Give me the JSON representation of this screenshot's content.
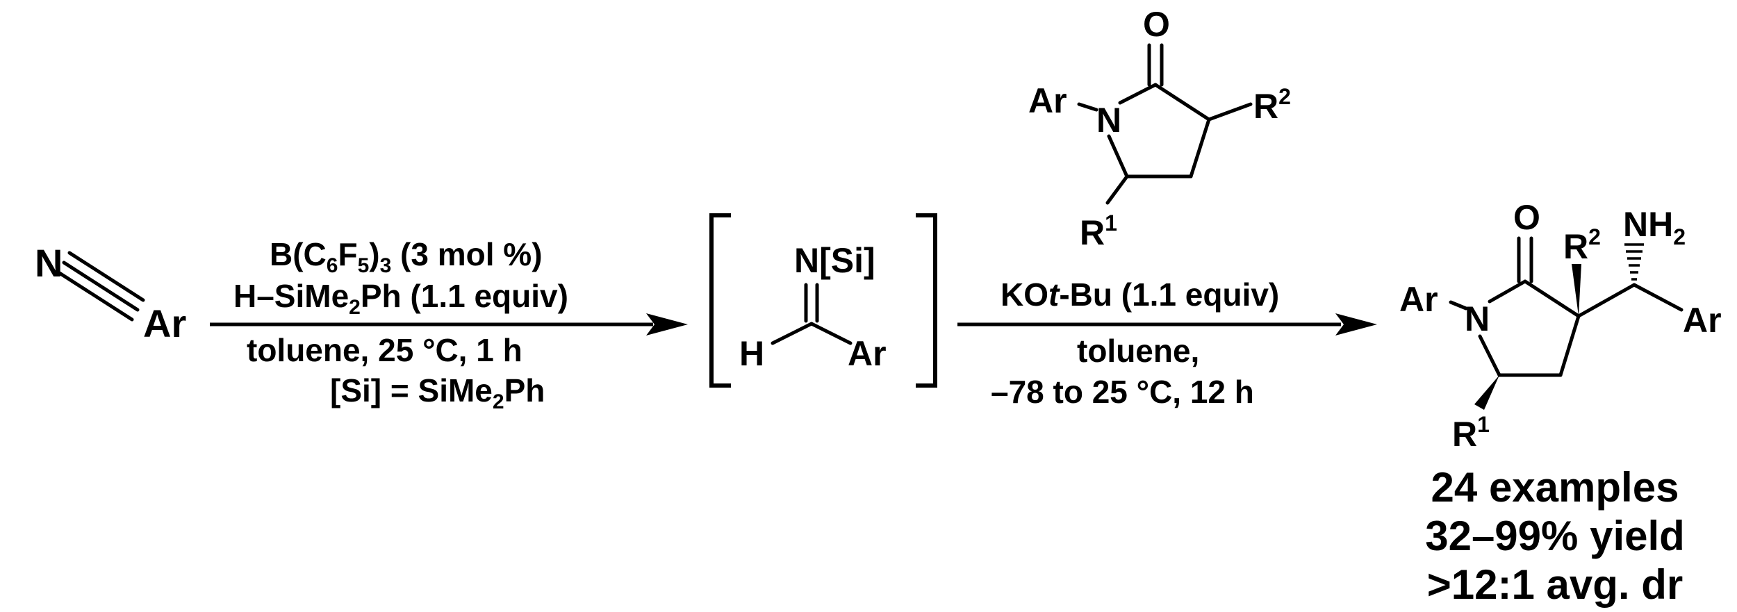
{
  "scheme": {
    "reactant": {
      "nitrogen": "N",
      "aryl": "Ar"
    },
    "step1": {
      "catalyst_prefix": "B(C",
      "catalyst_sub_6": "6",
      "catalyst_F": "F",
      "catalyst_sub_5": "5",
      "catalyst_close": ")",
      "catalyst_sub_3": "3",
      "catalyst_loading": " (3 mol %)",
      "silane_prefix": "H–SiMe",
      "silane_sub": "2",
      "silane_suffix": "Ph (1.1 equiv)",
      "conditions": "toluene, 25 °C, 1 h",
      "si_def_prefix": "[Si] = SiMe",
      "si_def_sub": "2",
      "si_def_suffix": "Ph"
    },
    "intermediate": {
      "imine_n": "N[Si]",
      "hydrogen": "H",
      "aryl": "Ar"
    },
    "lactam_reagent": {
      "carbonyl_o": "O",
      "aryl": "Ar",
      "nitrogen": "N",
      "r2": "R",
      "r2_sup": "2",
      "r1": "R",
      "r1_sup": "1"
    },
    "step2": {
      "base_prefix": "KO",
      "base_italic": "t",
      "base_suffix": "-Bu (1.1 equiv)",
      "solvent": "toluene,",
      "conditions": "–78 to 25 °C, 12 h"
    },
    "product": {
      "carbonyl_o": "O",
      "aryl_n": "Ar",
      "nitrogen": "N",
      "r2": "R",
      "r2_sup": "2",
      "amine": "NH",
      "amine_sub": "2",
      "aryl_c": "Ar",
      "r1": "R",
      "r1_sup": "1"
    },
    "summary": {
      "examples": "24 examples",
      "yield": "32–99% yield",
      "dr": ">12:1 avg. dr"
    }
  }
}
